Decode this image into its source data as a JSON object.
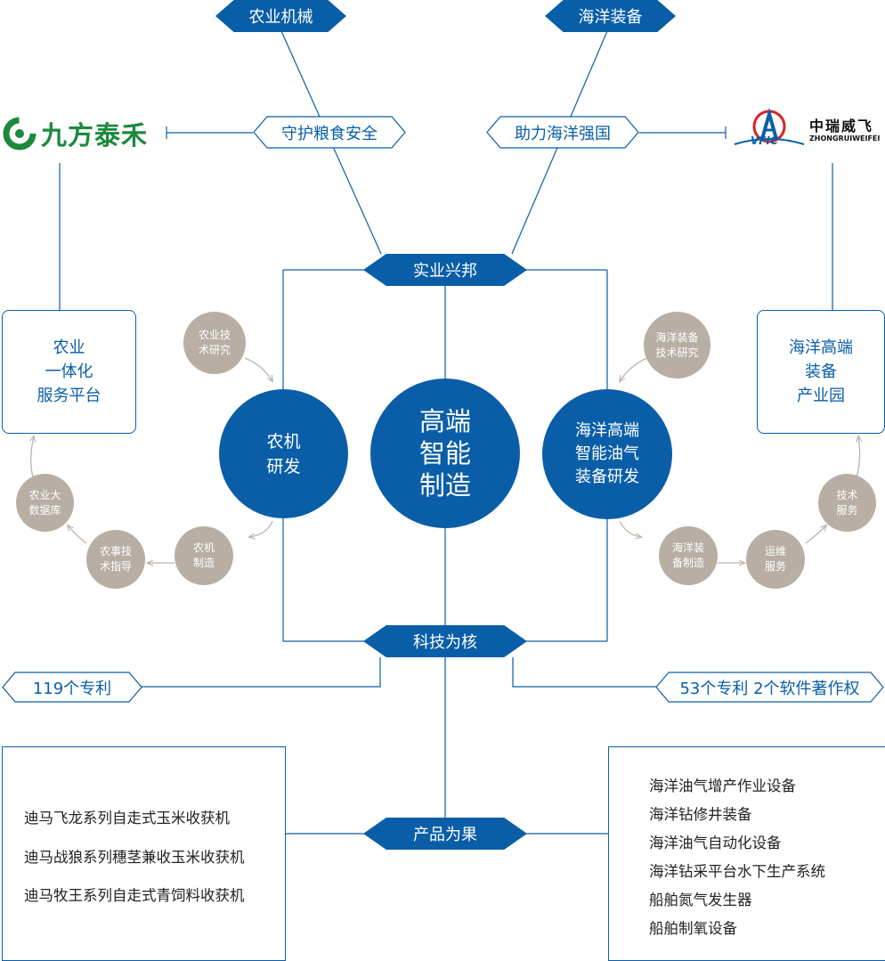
{
  "center": {
    "title": "高端\n智能\n制造"
  },
  "left_circle": {
    "label": "农机\n研发"
  },
  "right_circle": {
    "label": "海洋高端\n智能油气\n装备研发"
  },
  "bars": {
    "top": "实业兴邦",
    "middle": "科技为核",
    "bottom": "产品为果"
  },
  "top_tags": {
    "left": "农业机械",
    "right": "海洋装备"
  },
  "slogans": {
    "left": "守护粮食安全",
    "right": "助力海洋强国"
  },
  "logos": {
    "left_name": "九方泰禾",
    "right_name_cn": "中瑞威飞",
    "right_name_en": "ZHONGRUIWEIFEI",
    "right_mark_text": "VFIC"
  },
  "platforms": {
    "left": "农业\n一体化\n服务平台",
    "right": "海洋高端\n装备\n产业园"
  },
  "left_cycle": [
    {
      "id": "agri-tech-research",
      "label": "农业技\n术研究"
    },
    {
      "id": "agri-machine-manufacture",
      "label": "农机\n制造"
    },
    {
      "id": "farming-guidance",
      "label": "农事技\n术指导"
    },
    {
      "id": "agri-big-data",
      "label": "农业大\n数据库"
    }
  ],
  "right_cycle": [
    {
      "id": "marine-tech-research",
      "label": "海洋装备\n技术研究"
    },
    {
      "id": "marine-manufacture",
      "label": "海洋装\n备制造"
    },
    {
      "id": "operation-service",
      "label": "运维\n服务"
    },
    {
      "id": "tech-service",
      "label": "技术\n服务"
    }
  ],
  "patents": {
    "left": "119个专利",
    "right": "53个专利 2个软件著作权"
  },
  "products_left": [
    "迪马飞龙系列自走式玉米收获机",
    "迪马战狼系列穗茎兼收玉米收获机",
    "迪马牧王系列自走式青饲料收获机"
  ],
  "products_right": [
    "海洋油气增产作业设备",
    "海洋钻修井装备",
    "海洋油气自动化设备",
    "海洋钻采平台水下生产系统",
    "船舶氮气发生器",
    "船舶制氧设备"
  ],
  "colors": {
    "primary": "#0a5ea8",
    "secondary": "#b8aea4",
    "logo_green": "#1b8a3c",
    "logo_red": "#d8232a"
  }
}
